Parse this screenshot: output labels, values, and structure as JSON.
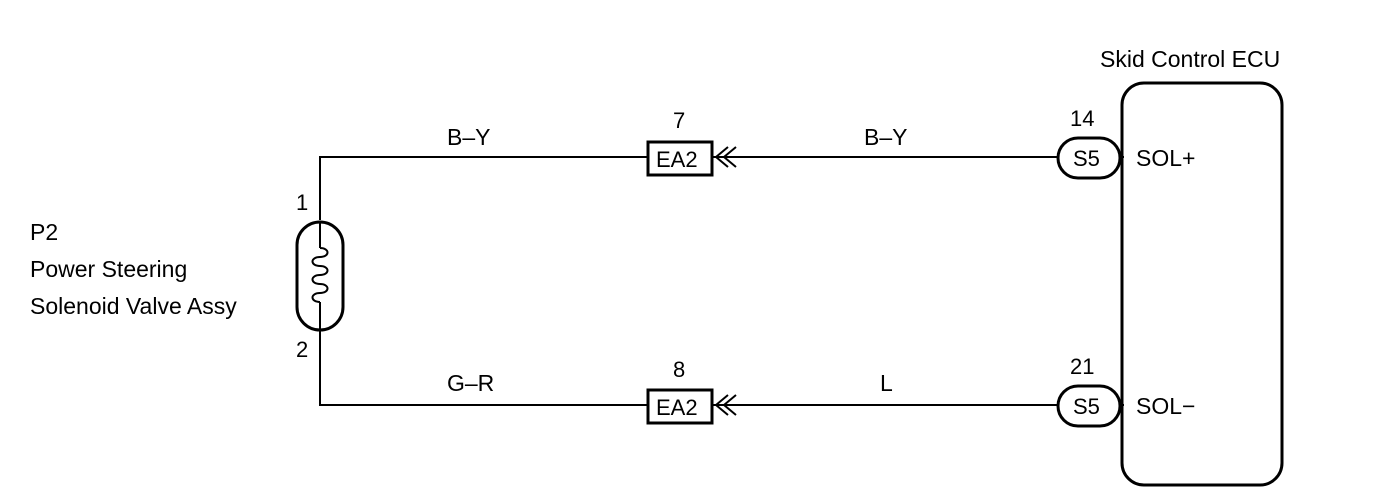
{
  "ecu": {
    "title": "Skid Control ECU",
    "terminals": [
      {
        "pin": "14",
        "connector": "S5",
        "signal": "SOL+"
      },
      {
        "pin": "21",
        "connector": "S5",
        "signal": "SOL−"
      }
    ]
  },
  "component": {
    "code": "P2",
    "name_line1": "Power Steering",
    "name_line2": "Solenoid Valve Assy",
    "pins": [
      "1",
      "2"
    ]
  },
  "junctions": [
    {
      "pin": "7",
      "connector": "EA2"
    },
    {
      "pin": "8",
      "connector": "EA2"
    }
  ],
  "wires": {
    "top_left": "B–Y",
    "top_right": "B–Y",
    "bottom_left": "G–R",
    "bottom_right": "L"
  }
}
